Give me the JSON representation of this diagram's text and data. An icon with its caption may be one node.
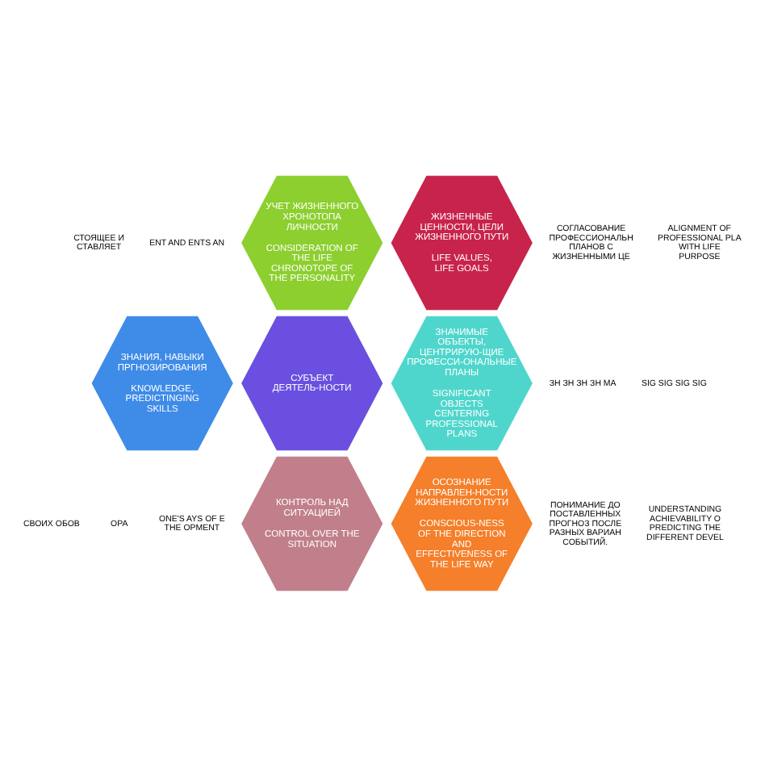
{
  "diagram": {
    "nodes": [
      {
        "text": [
          "УЧЕТ ЖИЗНЕННОГО ХРОНОТОПА ЛИЧНОСТИ",
          "CONSIDERATION OF THE LIFE CHRONOTOPE OF THE PERSONALITY"
        ]
      },
      {
        "text": [
          "ЖИЗНЕННЫЕ ЦЕННОСТИ, ЦЕЛИ ЖИЗНЕННОГО ПУТИ",
          "LIFE VALUES, LIFE GOALS"
        ]
      },
      {
        "text": [
          "ЗНАНИЯ, НАВЫКИ ПРГНОЗИРОВАНИЯ",
          "KNOWLEDGE, PREDICTINGING SKILLS"
        ]
      },
      {
        "text": [
          "СУБЪЕКТ ДЕЯТЕЛЬ-НОСТИ"
        ]
      },
      {
        "text": [
          "ЗНАЧИМЫЕ ОБЪЕКТЫ, ЦЕНТРИРУЮ-ЩИЕ ПРОФЕССИ-ОНАЛЬНЫЕ ПЛАНЫ",
          "SIGNIFICANT OBJECTS CENTERING PROFESSIONAL PLANS"
        ]
      },
      {
        "text": [
          "КОНТРОЛЬ НАД СИТУАЦИЕЙ",
          "CONTROL OVER THE SITUATION"
        ]
      },
      {
        "text": [
          "ОСОЗНАНИЕ НАПРАВЛЕН-НОСТИ ЖИЗНЕННОГО ПУТИ",
          "CONSCIOUS-NESS OF THE DIRECTION AND EFFECTIVENESS OF THE LIFE WAY"
        ]
      }
    ],
    "labels": [
      "СТОЯЩЕЕ И СТАВЛЯЕТ",
      "ENT AND ENTS AN",
      "СОГЛАСОВАНИЕ ПРОФЕССИОНАЛЬН ПЛАНОВ С ЖИЗНЕННЫМИ ЦЕ",
      "ALIGNMENT OF PROFESSIONAL PLA WITH LIFE PURPOSE",
      "ЗН ЗН ЗН ЗН МА",
      "SIG SIG SIG SIG",
      "СВОИХ ОБОВ",
      "ОРА",
      "ONE'S AYS OF E THE OPMENT",
      "ПОНИМАНИЕ ДО ПОСТАВЛЕННЫХ ПРОГНОЗ ПОСЛЕ РАЗНЫХ ВАРИАН СОБЫТИЙ.",
      "UNDERSTANDING ACHIEVABILITY O PREDICTING THE DIFFERENT DEVEL"
    ]
  }
}
